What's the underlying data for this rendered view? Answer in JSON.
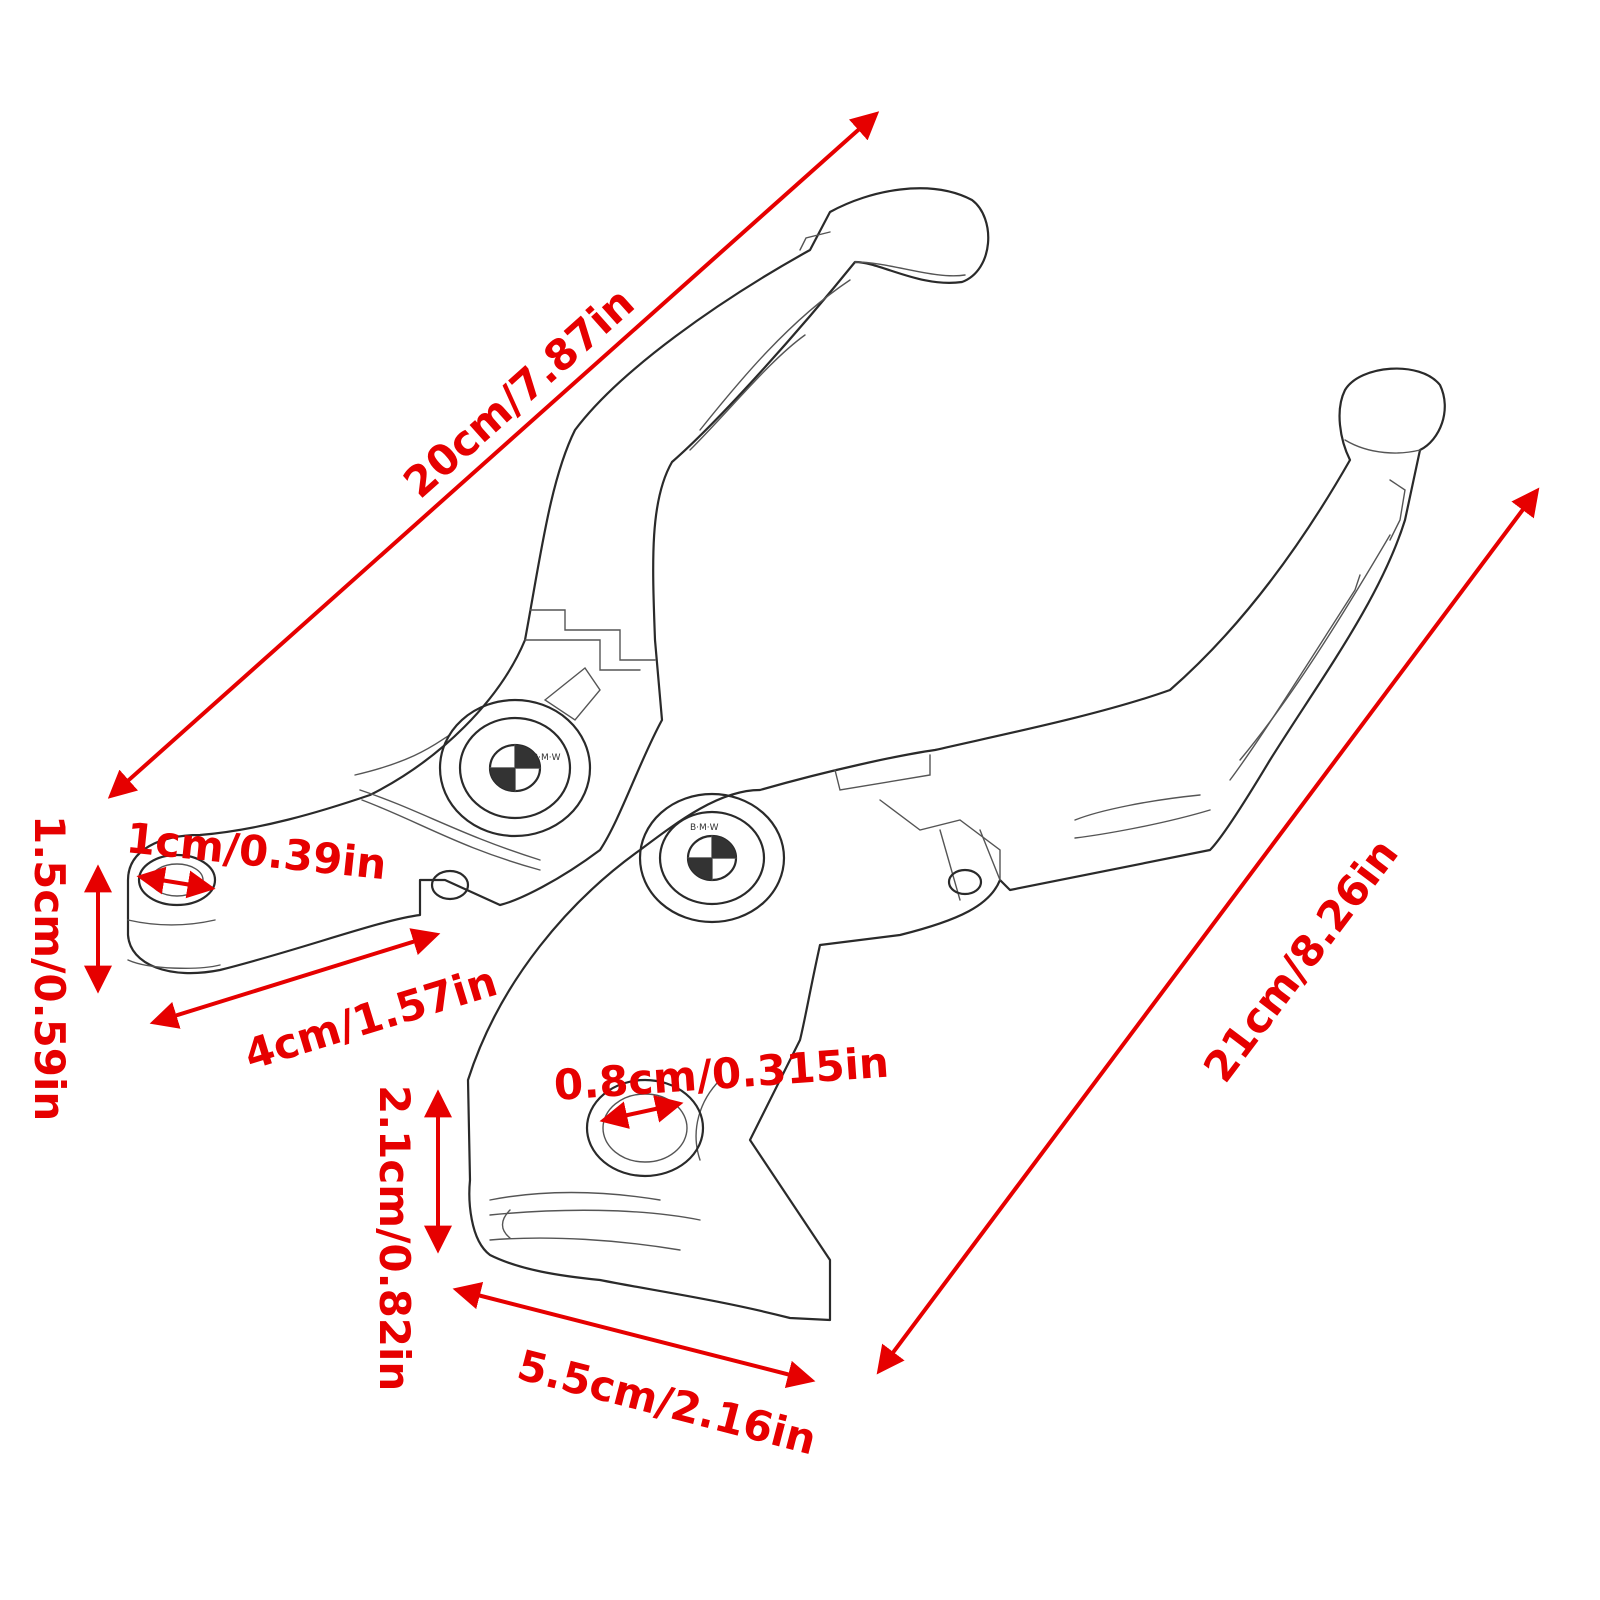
{
  "dimensions": {
    "lever1_length": "20cm/7.87in",
    "lever1_thickness": "1.5cm/0.59in",
    "lever1_hole": "1cm/0.39in",
    "lever1_base": "4cm/1.57in",
    "lever2_length": "21cm/8.26in",
    "lever2_hole": "0.8cm/0.315in",
    "lever2_thickness": "2.1cm/0.82in",
    "lever2_base": "5.5cm/2.16in"
  },
  "logo": {
    "letters": "B·M·W"
  },
  "colors": {
    "dimension": "#e60000",
    "outline": "#2a2a2a",
    "background": "#ffffff"
  }
}
